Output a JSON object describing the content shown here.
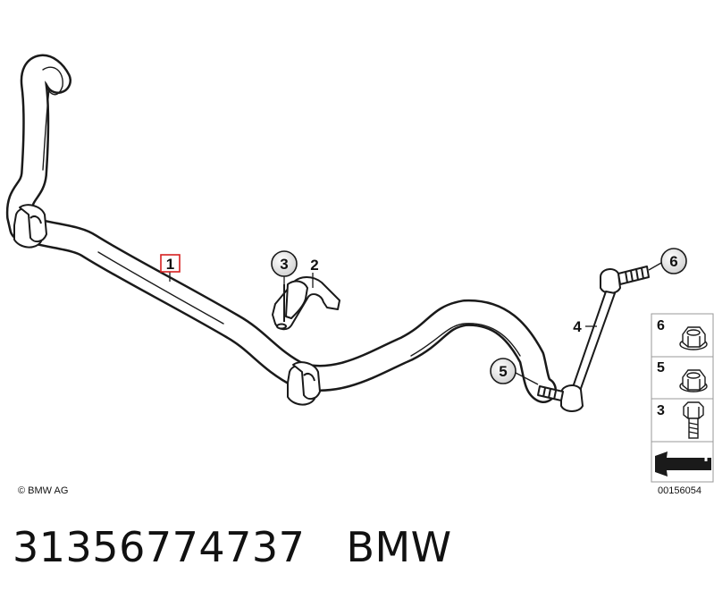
{
  "callouts": {
    "c1": "1",
    "c2": "2",
    "c3": "3",
    "c4": "4",
    "c5": "5",
    "c6": "6"
  },
  "legend": {
    "items": [
      {
        "number": "6",
        "icon": "flange-nut-icon"
      },
      {
        "number": "5",
        "icon": "self-locking-nut-icon"
      },
      {
        "number": "3",
        "icon": "hex-bolt-icon"
      }
    ],
    "arrow_icon": "drawing-arrow-icon"
  },
  "copyright": "© BMW AG",
  "drawing_number": "00156054",
  "caption": {
    "part_number": "31356774737",
    "brand": "BMW"
  },
  "colors": {
    "line": "#1a1a1a",
    "highlight_box": "#d62020",
    "callout_fill": "#e6e6e6",
    "legend_border": "#9a9a9a"
  }
}
